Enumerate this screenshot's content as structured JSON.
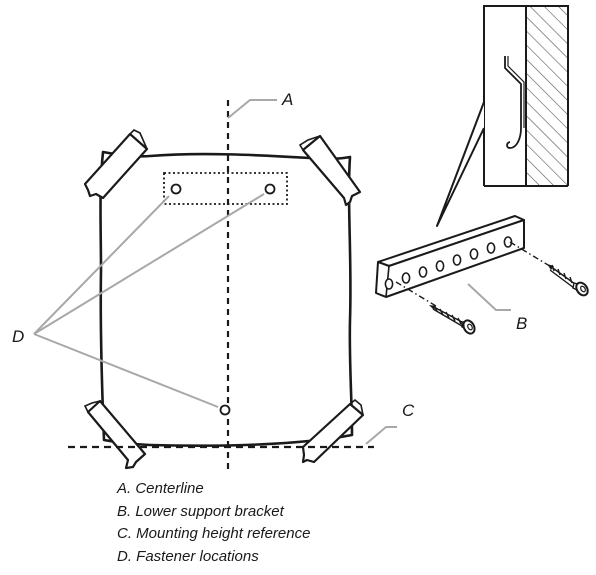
{
  "callouts": {
    "a": "A",
    "b": "B",
    "c": "C",
    "d": "D"
  },
  "legend": [
    "A. Centerline",
    "B. Lower support bracket",
    "C. Mounting height reference",
    "D. Fastener locations"
  ],
  "colors": {
    "ink": "#1a1a1a",
    "leader": "#a8a8a8",
    "hatch": "#555555"
  }
}
